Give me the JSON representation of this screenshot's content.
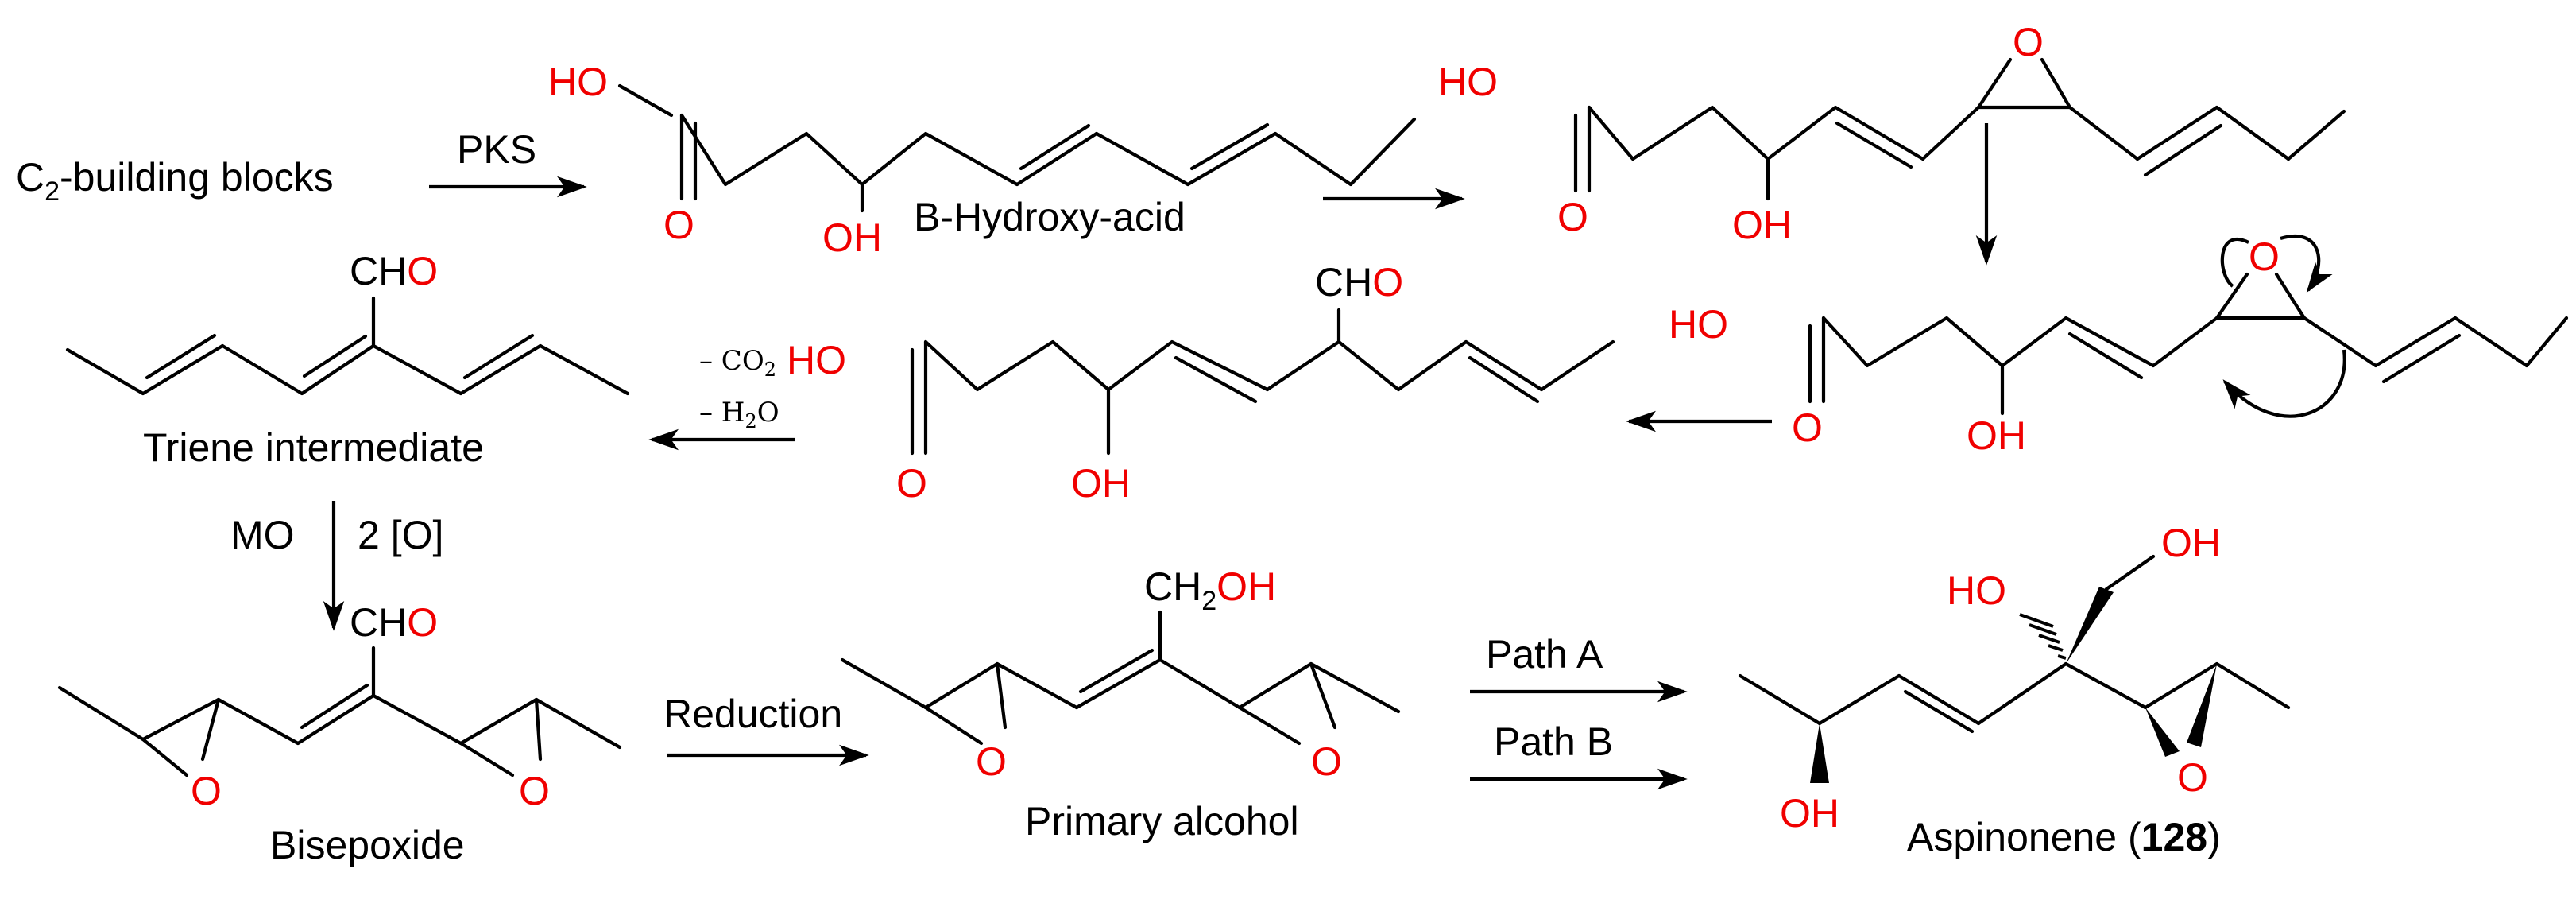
{
  "start": {
    "main": "C",
    "sub": "2",
    "rest": "-building blocks"
  },
  "labels": {
    "pks": "PKS",
    "hydroxy_acid": "B-Hydroxy-acid",
    "triene": "Triene intermediate",
    "mo": "MO",
    "two_o": "2 [O]",
    "bisepoxide": "Bisepoxide",
    "reduction": "Reduction",
    "primary_alcohol": "Primary alcohol",
    "path_a": "Path A",
    "path_b": "Path B",
    "aspinonene": "Aspinonene (",
    "aspinonene_num": "128",
    "aspinonene_close": ")",
    "minus_co2": "– CO",
    "co2_sub": "2",
    "minus_h2o": "– H",
    "h2o_sub": "2",
    "h2o_end": "O"
  },
  "atoms": {
    "ho": "HO",
    "oh": "OH",
    "o": "O",
    "ch": "CH",
    "ch2": "CH",
    "ch2_sub": "2"
  }
}
